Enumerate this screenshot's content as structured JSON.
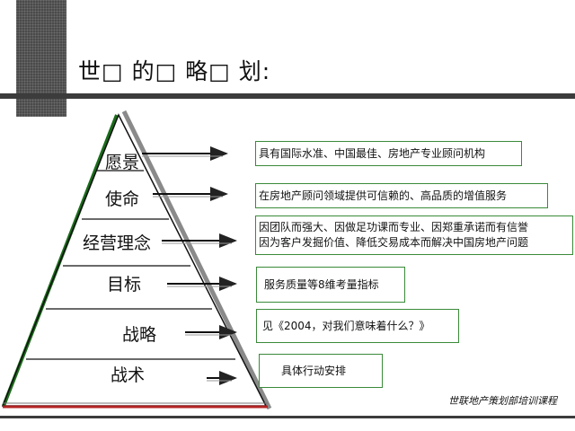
{
  "slide": {
    "title": "世□ 的□ 略□ 划:",
    "footer": "世联地产策划部培训课程"
  },
  "pyramid": {
    "levels": [
      {
        "label": "愿景",
        "description": [
          "具有国际水准、中国最佳、房地产专业顾问机构"
        ]
      },
      {
        "label": "使命",
        "description": [
          "在房地产顾问领域提供可信赖的、高品质的增值服务"
        ]
      },
      {
        "label": "经营理念",
        "description": [
          "因团队而强大、因做足功课而专业、因郑重承诺而有信誉",
          "因为客户发掘价值、降低交易成本而解决中国房地产问题"
        ]
      },
      {
        "label": "目标",
        "description": [
          "服务质量等8维考量指标"
        ]
      },
      {
        "label": "战略",
        "description": [
          "见《2004，对我们意味着什么？》"
        ]
      },
      {
        "label": "战术",
        "description": [
          "具体行动安排"
        ]
      }
    ]
  },
  "colors": {
    "pyramid_left_edge": "#1a6b1a",
    "pyramid_right_edge": "#888888",
    "pyramid_base": "#b22222",
    "box_border": "#3a8a3a"
  }
}
